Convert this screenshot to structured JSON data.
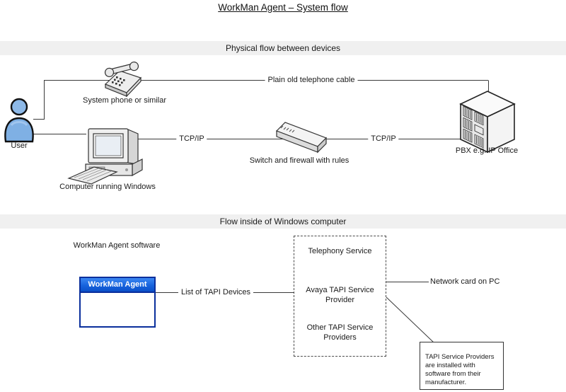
{
  "title": "WorkMan Agent – System flow",
  "section1": {
    "header": "Physical flow between devices",
    "phone_label": "System phone or similar",
    "user_label": "User",
    "computer_label": "Computer running Windows",
    "switch_label": "Switch and firewall with rules",
    "pbx_label": "PBX e.g. IP Office",
    "cable_label": "Plain old telephone cable",
    "tcpip_left_label": "TCP/IP",
    "tcpip_right_label": "TCP/IP"
  },
  "section2": {
    "header": "Flow inside of Windows computer",
    "software_caption": "WorkMan Agent software",
    "window_title": "WorkMan Agent",
    "tapi_list_label": "List of TAPI Devices",
    "telephony_service_label": "Telephony Service",
    "avaya_provider_label": "Avaya TAPI Service Provider",
    "other_providers_label": "Other TAPI Service Providers",
    "network_card_label": "Network card on PC",
    "note_text": "TAPI Service Providers are installed with software from their manufacturer."
  },
  "colors": {
    "connector_line": "#3a3a3a",
    "section_bar_bg": "#f0f0f0",
    "window_titlebar_blue": "#1763dd",
    "window_border_navy": "#0a2f9c",
    "user_figure_blue": "#7fb0e4"
  }
}
